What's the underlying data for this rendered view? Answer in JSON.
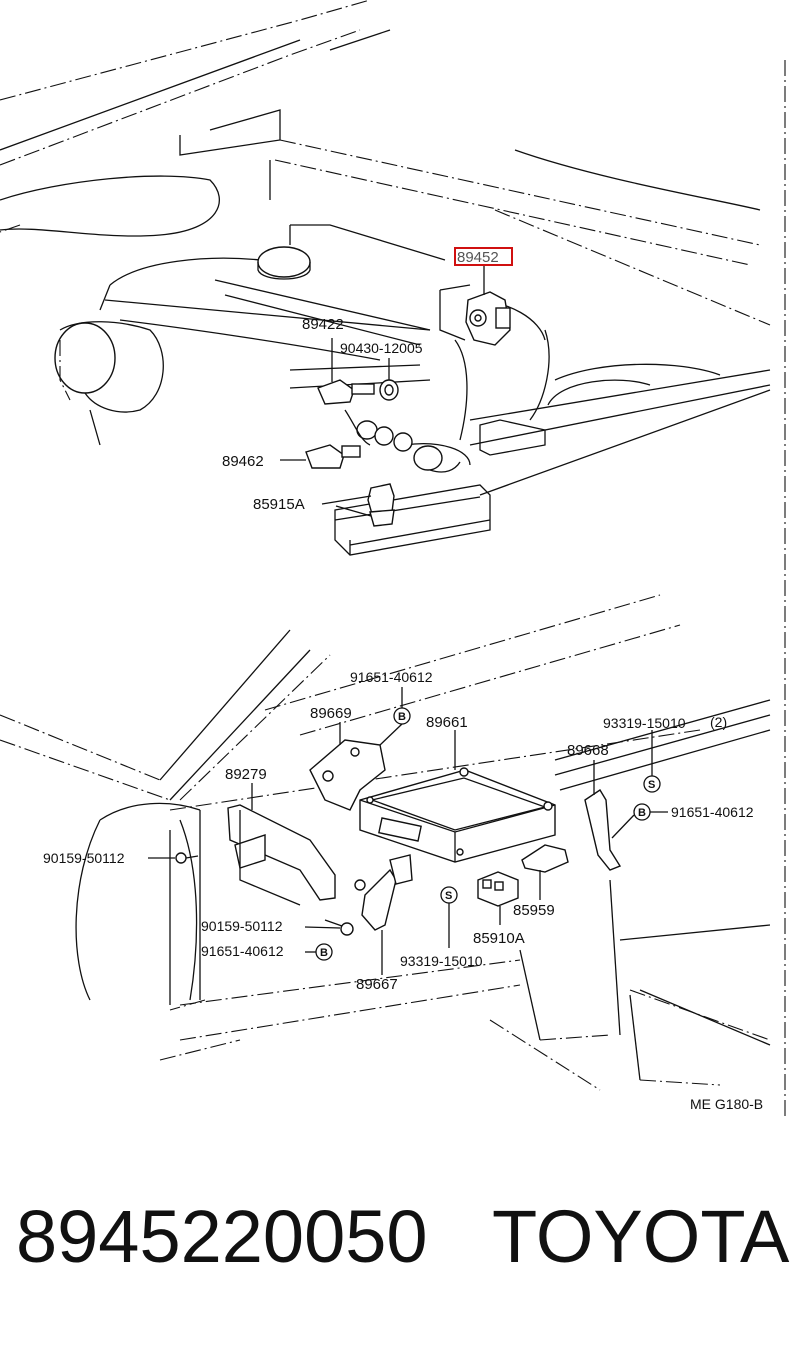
{
  "diagram": {
    "highlighted_part": "89452",
    "upper_labels": {
      "p89452": "89452",
      "p89422": "89422",
      "p90430": "90430-12005",
      "p89462": "89462",
      "p85915a": "85915A"
    },
    "lower_labels": {
      "p91651_top": "91651-40612",
      "p89669": "89669",
      "p89661": "89661",
      "p93319_top": "93319-15010",
      "p93319_qty": "(2)",
      "p89668": "89668",
      "p89279": "89279",
      "p91651_right": "91651-40612",
      "p90159_left": "90159-50112",
      "p85959": "85959",
      "p90159_mid": "90159-50112",
      "p85910a": "85910A",
      "p91651_mid": "91651-40612",
      "p93319_bottom": "93319-15010",
      "p89667": "89667"
    },
    "badges": {
      "b": "B",
      "s": "S"
    },
    "diagram_code": "ME G180-B",
    "highlight_color": "#d01010"
  },
  "footer": {
    "part_number": "8945220050",
    "brand": "TOYOTA"
  }
}
